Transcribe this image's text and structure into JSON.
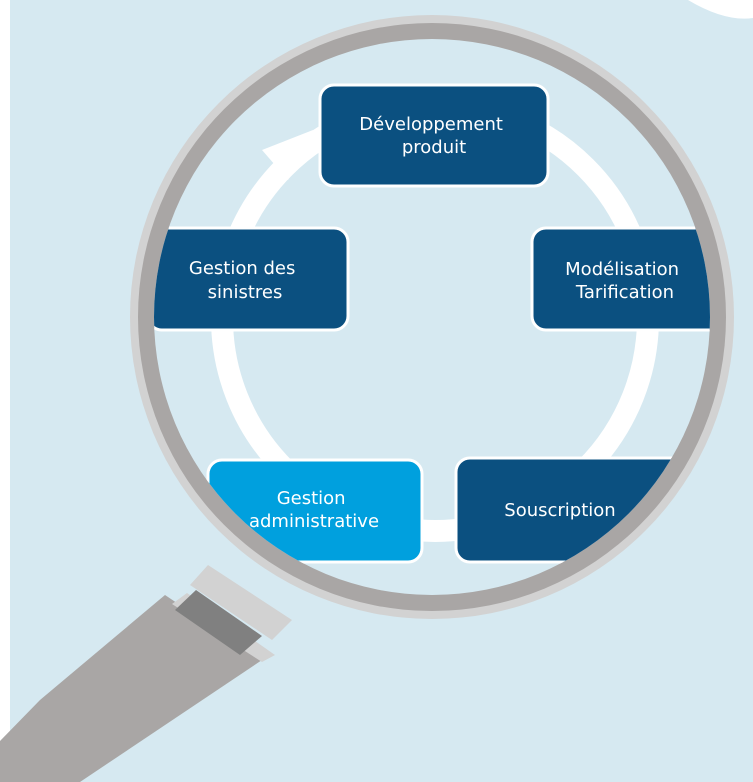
{
  "diagram": {
    "stages": [
      {
        "id": "developpement",
        "lines": [
          "Développement",
          "produit"
        ]
      },
      {
        "id": "modelisation",
        "lines": [
          "Modélisation",
          "Tarification"
        ]
      },
      {
        "id": "souscription",
        "lines": [
          "Souscription"
        ]
      },
      {
        "id": "gestion-administrative",
        "lines": [
          "Gestion",
          "administrative"
        ]
      },
      {
        "id": "gestion-sinistres",
        "lines": [
          "Gestion des",
          "sinistres"
        ]
      }
    ],
    "cycle_direction": "clockwise",
    "highlighted_stage": "gestion-administrative"
  },
  "colors": {
    "background": "#d6e9f1",
    "page": "#ffffff",
    "stage_dark": "#0b5080",
    "stage_highlight": "#00a0de",
    "stage_text": "#ffffff",
    "cycle_ring": "#ffffff",
    "lens_rim_outer": "#d2d2d2",
    "lens_rim_inner": "#a9a6a5",
    "handle": "#a9a6a5",
    "handle_collar": "#808080"
  }
}
